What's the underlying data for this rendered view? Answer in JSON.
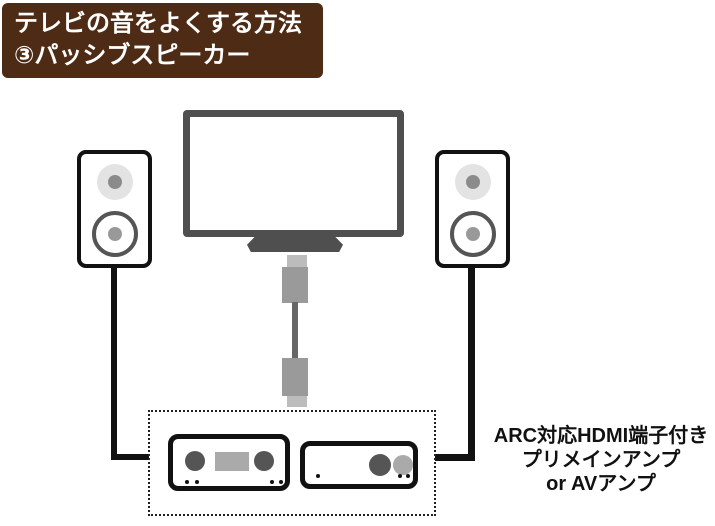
{
  "header": {
    "line1": "テレビの音をよくする方法",
    "line2": "③パッシブスピーカー",
    "bg_color": "#4d2b15",
    "text_color": "#ffffff"
  },
  "amp_label": {
    "line1": "ARC対応HDMI端子付き",
    "line2": "プリメインアンプ",
    "line3": "or AVアンプ",
    "color": "#111111"
  },
  "icons": {
    "tv": "tv-illustration",
    "speaker_left": "passive-speaker-left",
    "speaker_right": "passive-speaker-right",
    "hdmi_cable": "hdmi-cable",
    "speaker_cable_left": "speaker-cable-left",
    "speaker_cable_right": "speaker-cable-right",
    "amp_left": "amplifier-with-display",
    "amp_right": "amplifier-with-knobs",
    "amp_group": "dotted-group-box"
  },
  "colors": {
    "tv_frame": "#4f4f4f",
    "speaker_outline": "#111111",
    "cable": "#111111",
    "hdmi_connector_body": "#9a9a9a",
    "hdmi_connector_tip": "#bcbcbc",
    "hdmi_wire": "#666666",
    "tweeter": "#e3e3e3",
    "tweeter_center": "#8b8b8b",
    "woofer_ring": "#555555",
    "woofer_center": "#999999",
    "knob_dark": "#555555",
    "knob_light": "#aaaaaa",
    "amp_display": "#aaaaaa",
    "dotted_border": "#222222"
  }
}
